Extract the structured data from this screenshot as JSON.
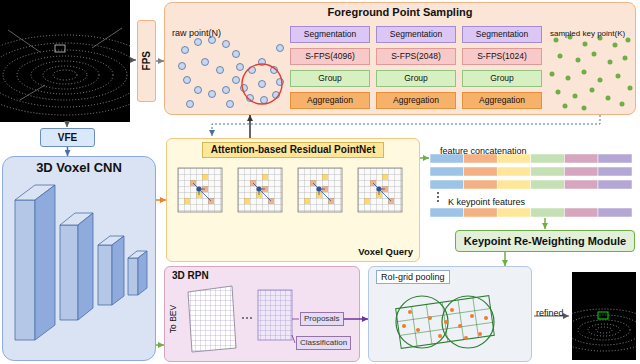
{
  "diagram": {
    "nodes": [
      {
        "text": [
          "Foreground Point Sampling"
        ]
      },
      {
        "text": [
          "Segmentation"
        ],
        "in": 0
      },
      {
        "text": [
          "Segmentation"
        ],
        "in": 0
      },
      {
        "text": [
          "Segmentation"
        ],
        "in": 0
      },
      {
        "text": [
          "S-FPS(4096)"
        ],
        "in": 0
      },
      {
        "text": [
          "S-FPS(2048)"
        ],
        "in": 0
      },
      {
        "text": [
          "S-FPS(1024)"
        ],
        "in": 0
      },
      {
        "text": [
          "Group"
        ],
        "in": 0
      },
      {
        "text": [
          "Group"
        ],
        "in": 0
      },
      {
        "text": [
          "Group"
        ],
        "in": 0
      },
      {
        "text": [
          "Aggregation"
        ],
        "in": 0
      },
      {
        "text": [
          "Aggregation"
        ],
        "in": 0
      },
      {
        "text": [
          "Aggregation"
        ],
        "in": 0
      },
      {
        "text": [
          "FPS"
        ]
      },
      {
        "text": [
          "VFE"
        ]
      },
      {
        "text": [
          "3D Voxel CNN"
        ]
      },
      {
        "text": [
          "Attention-based Residual PointNet",
          "Voxel Query"
        ]
      },
      {
        "text": [
          "Keypoint Re-Weighting Module"
        ]
      },
      {
        "text": [
          "3D RPN"
        ]
      },
      {
        "text": [
          "Proposals"
        ],
        "in": 18
      },
      {
        "text": [
          "Classification"
        ],
        "in": 18
      },
      {
        "text": [
          "RoI-grid pooling"
        ]
      }
    ],
    "edges": [
      {
        "from": 13,
        "to": 0,
        "arrow": "to"
      },
      {
        "from": 14,
        "to": 15,
        "arrow": "to"
      },
      {
        "from": 15,
        "to": 16,
        "arrow": "to"
      },
      {
        "from": 15,
        "to": 18,
        "arrow": "to"
      },
      {
        "from": 16,
        "to": 0,
        "arrow": "to"
      },
      {
        "from": 19,
        "to": 21,
        "arrow": "to"
      },
      {
        "from": 17,
        "to": 21,
        "arrow": "to"
      }
    ],
    "labels": [
      "raw point(N)",
      "sampled key point(K)",
      "feature concatenation",
      "K keypoint features",
      "To BEV",
      "refined"
    ]
  }
}
